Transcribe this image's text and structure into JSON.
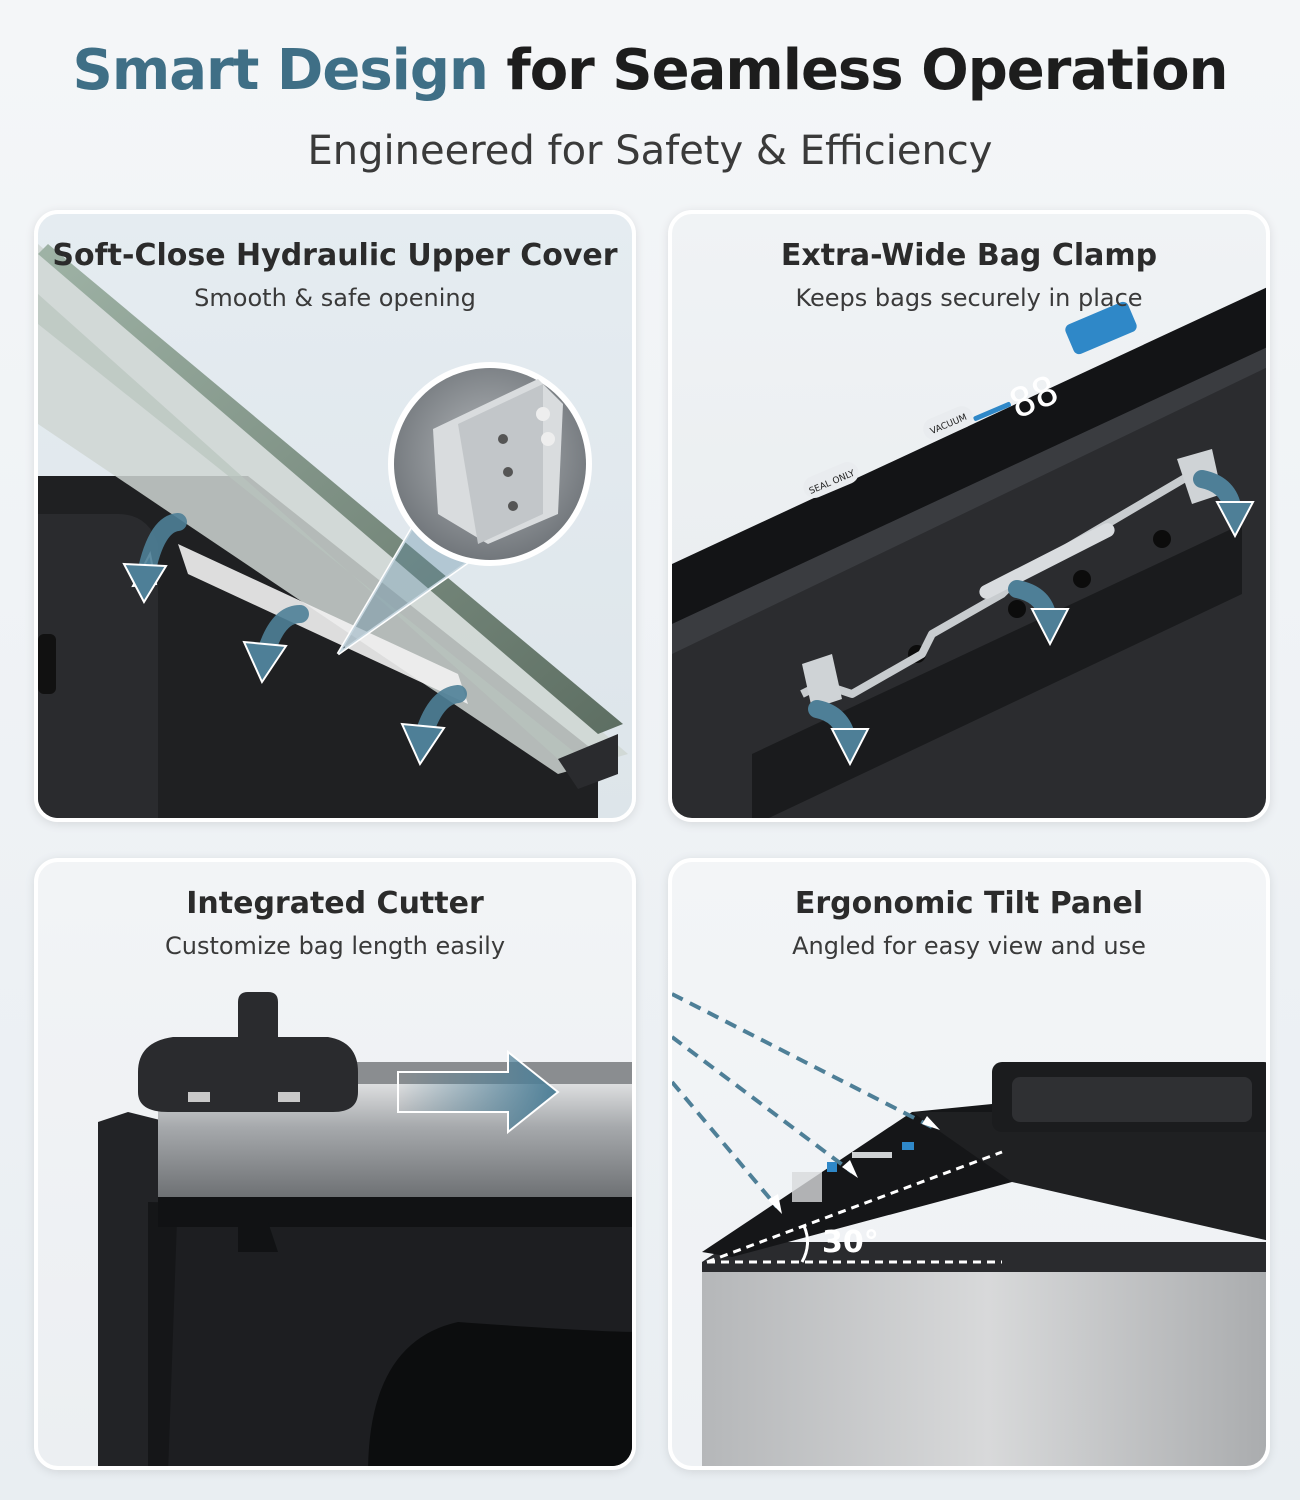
{
  "header": {
    "title_accent": "Smart Design",
    "title_rest": "for Seamless Operation",
    "subtitle": "Engineered for Safety & Efficiency"
  },
  "cards": [
    {
      "title": "Soft-Close Hydraulic Upper Cover",
      "subtitle": "Smooth & safe opening"
    },
    {
      "title": "Extra-Wide Bag Clamp",
      "subtitle": "Keeps bags securely in place"
    },
    {
      "title": "Integrated Cutter",
      "subtitle": "Customize bag length easily"
    },
    {
      "title": "Ergonomic Tilt Panel",
      "subtitle": "Angled for easy view and use",
      "angle_label": "30°"
    }
  ],
  "colors": {
    "accent": "#3f6f86",
    "arrow": "#4e7f97",
    "panel_button": "#2f88c8",
    "dark": "#1e1f21"
  },
  "panel_labels": {
    "vacuum": "VACUUM",
    "seal_only": "SEAL ONLY",
    "display": "88"
  }
}
